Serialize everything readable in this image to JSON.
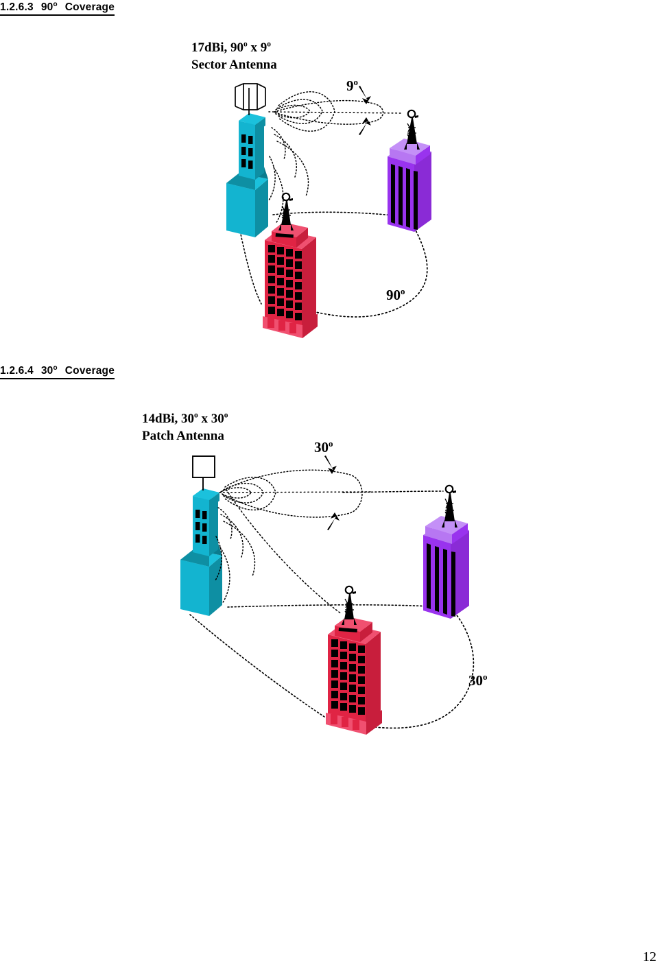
{
  "page": {
    "number": "12"
  },
  "sections": [
    {
      "id": "sec-90",
      "number": "1.2.6.3",
      "angle": "90",
      "degree_symbol": "o",
      "title": "Coverage",
      "antenna_caption_line1": "17dBi, 90",
      "antenna_caption_line1_sup1": "o",
      "antenna_caption_line1_mid": " x 9",
      "antenna_caption_line1_sup2": "o",
      "antenna_caption_line2": "Sector Antenna",
      "beam_angle_label": "9",
      "beam_angle_sup": "o",
      "arc_angle_label": "90",
      "arc_angle_sup": "o",
      "antenna_type": "sector-panel-antenna"
    },
    {
      "id": "sec-30",
      "number": "1.2.6.4",
      "angle": "30",
      "degree_symbol": "o",
      "title": "Coverage",
      "antenna_caption_line1": "14dBi, 30",
      "antenna_caption_line1_sup1": "o",
      "antenna_caption_line1_mid": " x 30",
      "antenna_caption_line1_sup2": "o",
      "antenna_caption_line2": "Patch Antenna",
      "beam_angle_label": "30",
      "beam_angle_sup": "o",
      "arc_angle_label": "30",
      "arc_angle_sup": "o",
      "antenna_type": "square-patch-antenna"
    }
  ],
  "colors": {
    "cyan_light": "#1BC1DC",
    "cyan_mid": "#13B4D0",
    "cyan_dark": "#0E8FA3",
    "cyan_shadow": "#0A7C8E",
    "purple_light": "#B777F2",
    "purple_mid": "#9933EE",
    "purple_dark": "#8A2BD6",
    "red_light": "#F05070",
    "red_mid": "#E02444",
    "red_dark": "#C81E3C",
    "ink": "#000000",
    "paper": "#FFFFFF"
  },
  "buildings": {
    "transmitter": "cyan-tower-with-antenna",
    "receiver_purple": "purple-block-building-with-mast",
    "receiver_red": "red-highrise-with-mast"
  }
}
